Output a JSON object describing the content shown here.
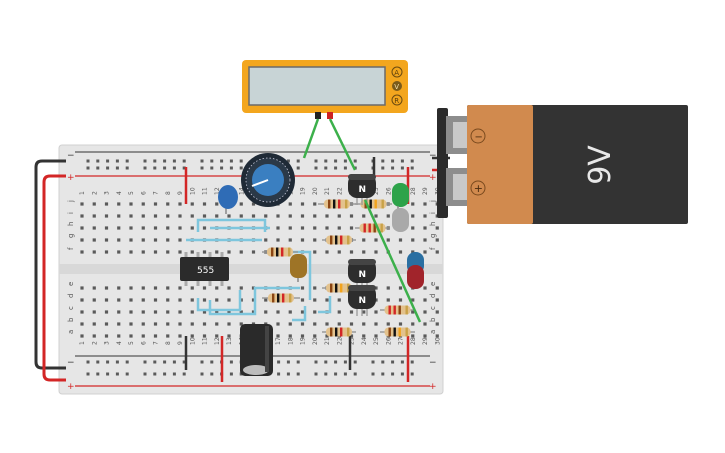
{
  "breadboard": {
    "columns_top": [
      "1",
      "2",
      "3",
      "4",
      "5",
      "6",
      "7",
      "8",
      "9",
      "10",
      "11",
      "12",
      "13",
      "14",
      "15",
      "16",
      "17",
      "18",
      "19",
      "20",
      "21",
      "22",
      "23",
      "24",
      "25",
      "26",
      "27",
      "28",
      "29",
      "30"
    ],
    "rows_top": [
      "j",
      "i",
      "h",
      "g",
      "f"
    ],
    "rows_bottom": [
      "e",
      "d",
      "c",
      "b",
      "a"
    ],
    "rail_plus": "+",
    "rail_minus": "−"
  },
  "ic": {
    "label": "555"
  },
  "transistors": {
    "label": "N"
  },
  "battery": {
    "label": "9V",
    "minus": "−",
    "plus": "+"
  },
  "multimeter": {
    "mode_a": "A",
    "mode_v": "V",
    "mode_r": "R"
  },
  "colors": {
    "board": "#e4e4e4",
    "rail_red": "#d32626",
    "wire_blue": "#7ec6dd",
    "wire_green": "#3cb04b",
    "battery_body": "#d18a4e",
    "battery_dark": "#333333",
    "multimeter_frame": "#f3a61e",
    "pot_blue": "#3a7fc1"
  },
  "icons": {
    "potentiometer": "potentiometer-icon",
    "capacitor_ceramic": "ceramic-capacitor-icon",
    "capacitor_electrolytic": "electrolytic-capacitor-icon",
    "led": "led-icon",
    "resistor": "resistor-icon",
    "transistor": "transistor-icon"
  }
}
